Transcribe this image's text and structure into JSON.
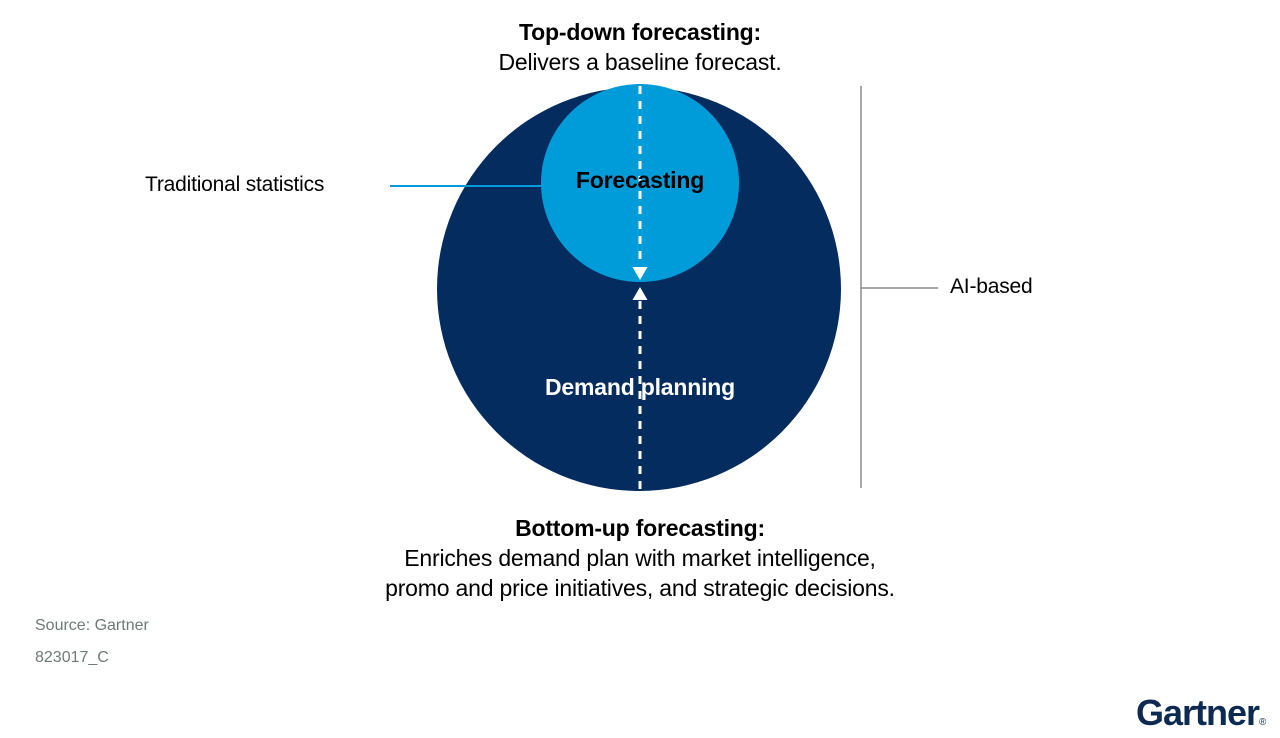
{
  "colors": {
    "navy": "#042C5F",
    "light-blue": "#009CD9",
    "gray-line": "#8C8C8C",
    "source-gray": "#6F7978",
    "logo-navy": "#0D2A52",
    "arrow-white": "#FFFFFF",
    "text-black": "#000000",
    "bg": "#FFFFFF"
  },
  "top_caption": {
    "title": "Top-down forecasting:",
    "subtitle": "Delivers a baseline forecast."
  },
  "diagram": {
    "outer_circle_label": "Demand planning",
    "inner_circle_label": "Forecasting",
    "left_label": "Traditional statistics",
    "right_label": "AI-based"
  },
  "bottom_caption": {
    "title": "Bottom-up forecasting:",
    "line1": "Enriches demand plan with market intelligence,",
    "line2": "promo and price initiatives, and strategic decisions."
  },
  "footer": {
    "source": "Source: Gartner",
    "note": "823017_C",
    "logo": "Gartner",
    "registered": "®"
  }
}
